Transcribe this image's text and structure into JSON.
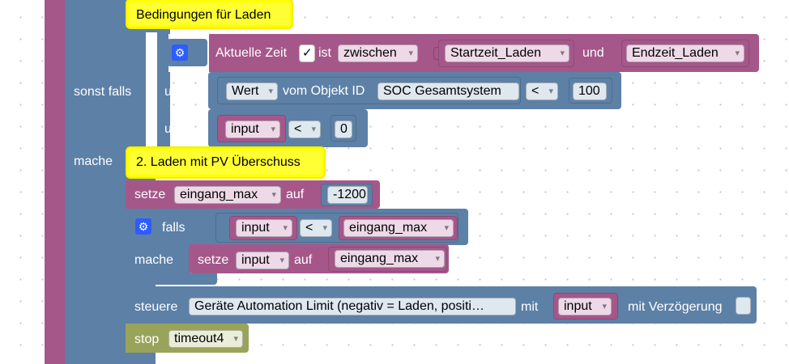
{
  "labels": {
    "bedingungen": "Bedingungen für Laden",
    "sonst_falls": "sonst falls",
    "und1": "und",
    "und2": "und",
    "mache": "mache",
    "pv_note": "2. Laden mit PV Überschuss",
    "aktuelle_zeit": "Aktuelle Zeit",
    "check": "✓",
    "ist": "ist",
    "und_zeit": "und",
    "vom_objekt": "vom Objekt ID",
    "setze1": "setze",
    "auf1": "auf",
    "falls": "falls",
    "mache2": "mache",
    "setze2": "setze",
    "auf2": "auf",
    "steuere": "steuere",
    "mit": "mit",
    "mit_verz": "mit Verzögerung",
    "stop": "stop"
  },
  "fields": {
    "zwischen": "zwischen",
    "startzeit": "Startzeit_Laden",
    "endzeit": "Endzeit_Laden",
    "wert": "Wert",
    "soc": "SOC Gesamtsystem",
    "lt1": "<",
    "num100": "100",
    "input1": "input",
    "lt2": "<",
    "num0": "0",
    "eingang_max1": "eingang_max",
    "num_1200": "-1200",
    "input2": "input",
    "lt3": "<",
    "eingang_max2": "eingang_max",
    "input3": "input",
    "eingang_max3": "eingang_max",
    "geraete": "Geräte Automation Limit (negativ = Laden, positi…",
    "input4": "input",
    "timeout": "timeout4"
  },
  "colors": {
    "purple": "#a5578a",
    "blue": "#5a7fa3",
    "logic": "#5d80a6",
    "olive": "#9aa35a",
    "note": "#ffff33"
  }
}
